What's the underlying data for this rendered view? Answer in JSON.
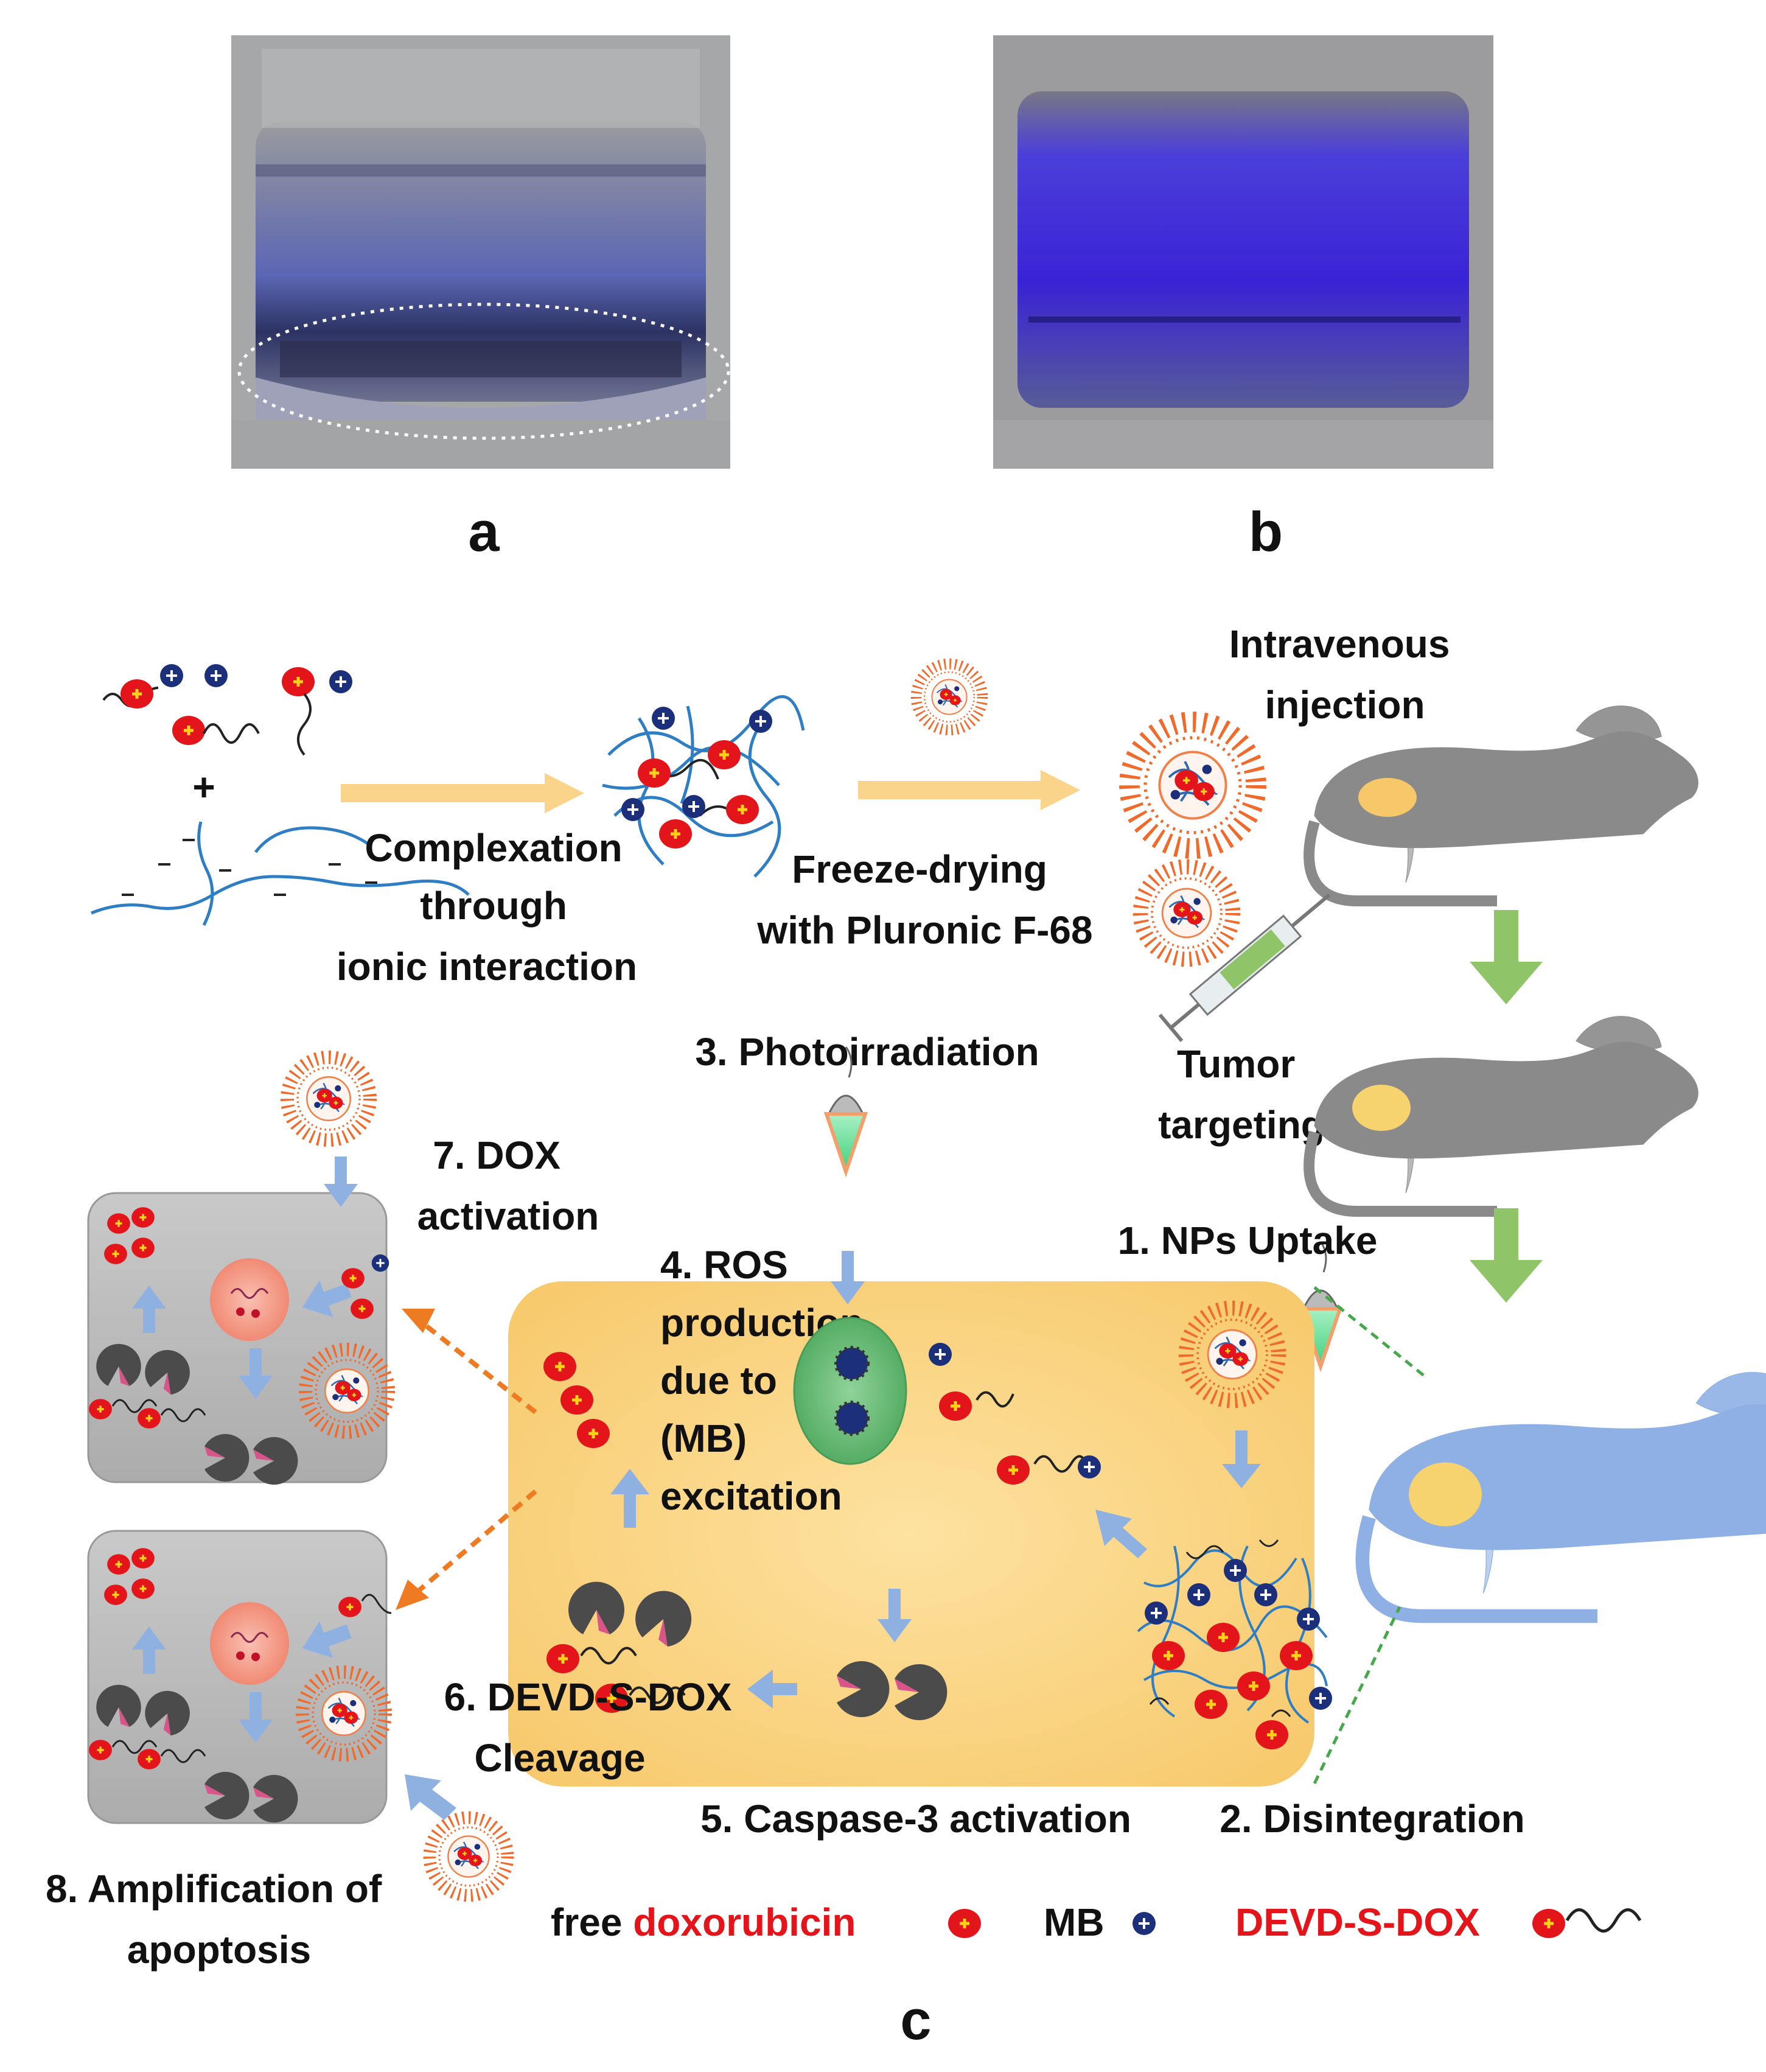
{
  "panels": {
    "a": "a",
    "b": "b",
    "c": "c"
  },
  "labels": {
    "complexation_l1": "Complexation",
    "complexation_l2": "through",
    "complexation_l3": "ionic interaction",
    "freeze_l1": "Freeze-drying",
    "freeze_l2": "with Pluronic F-68",
    "iv_l1": "Intravenous",
    "iv_l2": "injection",
    "tumor_l1": "Tumor",
    "tumor_l2": "targeting",
    "photo": "3. Photoirradiation",
    "uptake": "1. NPs Uptake",
    "ros_l1": "4. ROS",
    "ros_l2": "production",
    "ros_l3": "due to",
    "ros_l4": "(MB)",
    "ros_l5": "excitation",
    "dox_act_l1": "7. DOX",
    "dox_act_l2": "activation",
    "cleave_l1": "6. DEVD-S-DOX",
    "cleave_l2": "Cleavage",
    "caspase": "5. Caspase-3 activation",
    "disint": "2. Disintegration",
    "amp_l1": "8. Amplification of",
    "amp_l2": "apoptosis",
    "plus": "+"
  },
  "legend": {
    "free_prefix": "free ",
    "free_dox": "doxorubicin",
    "mb": "MB",
    "devd": "DEVD-S-DOX"
  },
  "colors": {
    "dox": "#e3141a",
    "mb": "#1c2f7a",
    "cell": "#fcd681",
    "arrow_main": "#fbd48c",
    "arrow_green": "#8fc469",
    "arrow_blue": "#8eb1e2",
    "arrow_orange": "#ee7b22",
    "mouse_grey": "#8a8a8a",
    "mouse_blue": "#8eb0e4",
    "solution_a": "#5a67b4",
    "solution_b": "#3c24d8"
  },
  "icons": [
    "dox-molecule-icon",
    "mb-molecule-icon",
    "devd-s-dox-icon",
    "micelle-icon",
    "nanoparticle-icon",
    "mouse-icon",
    "syringe-icon",
    "laser-icon",
    "caspase-icon",
    "nucleus-icon"
  ]
}
